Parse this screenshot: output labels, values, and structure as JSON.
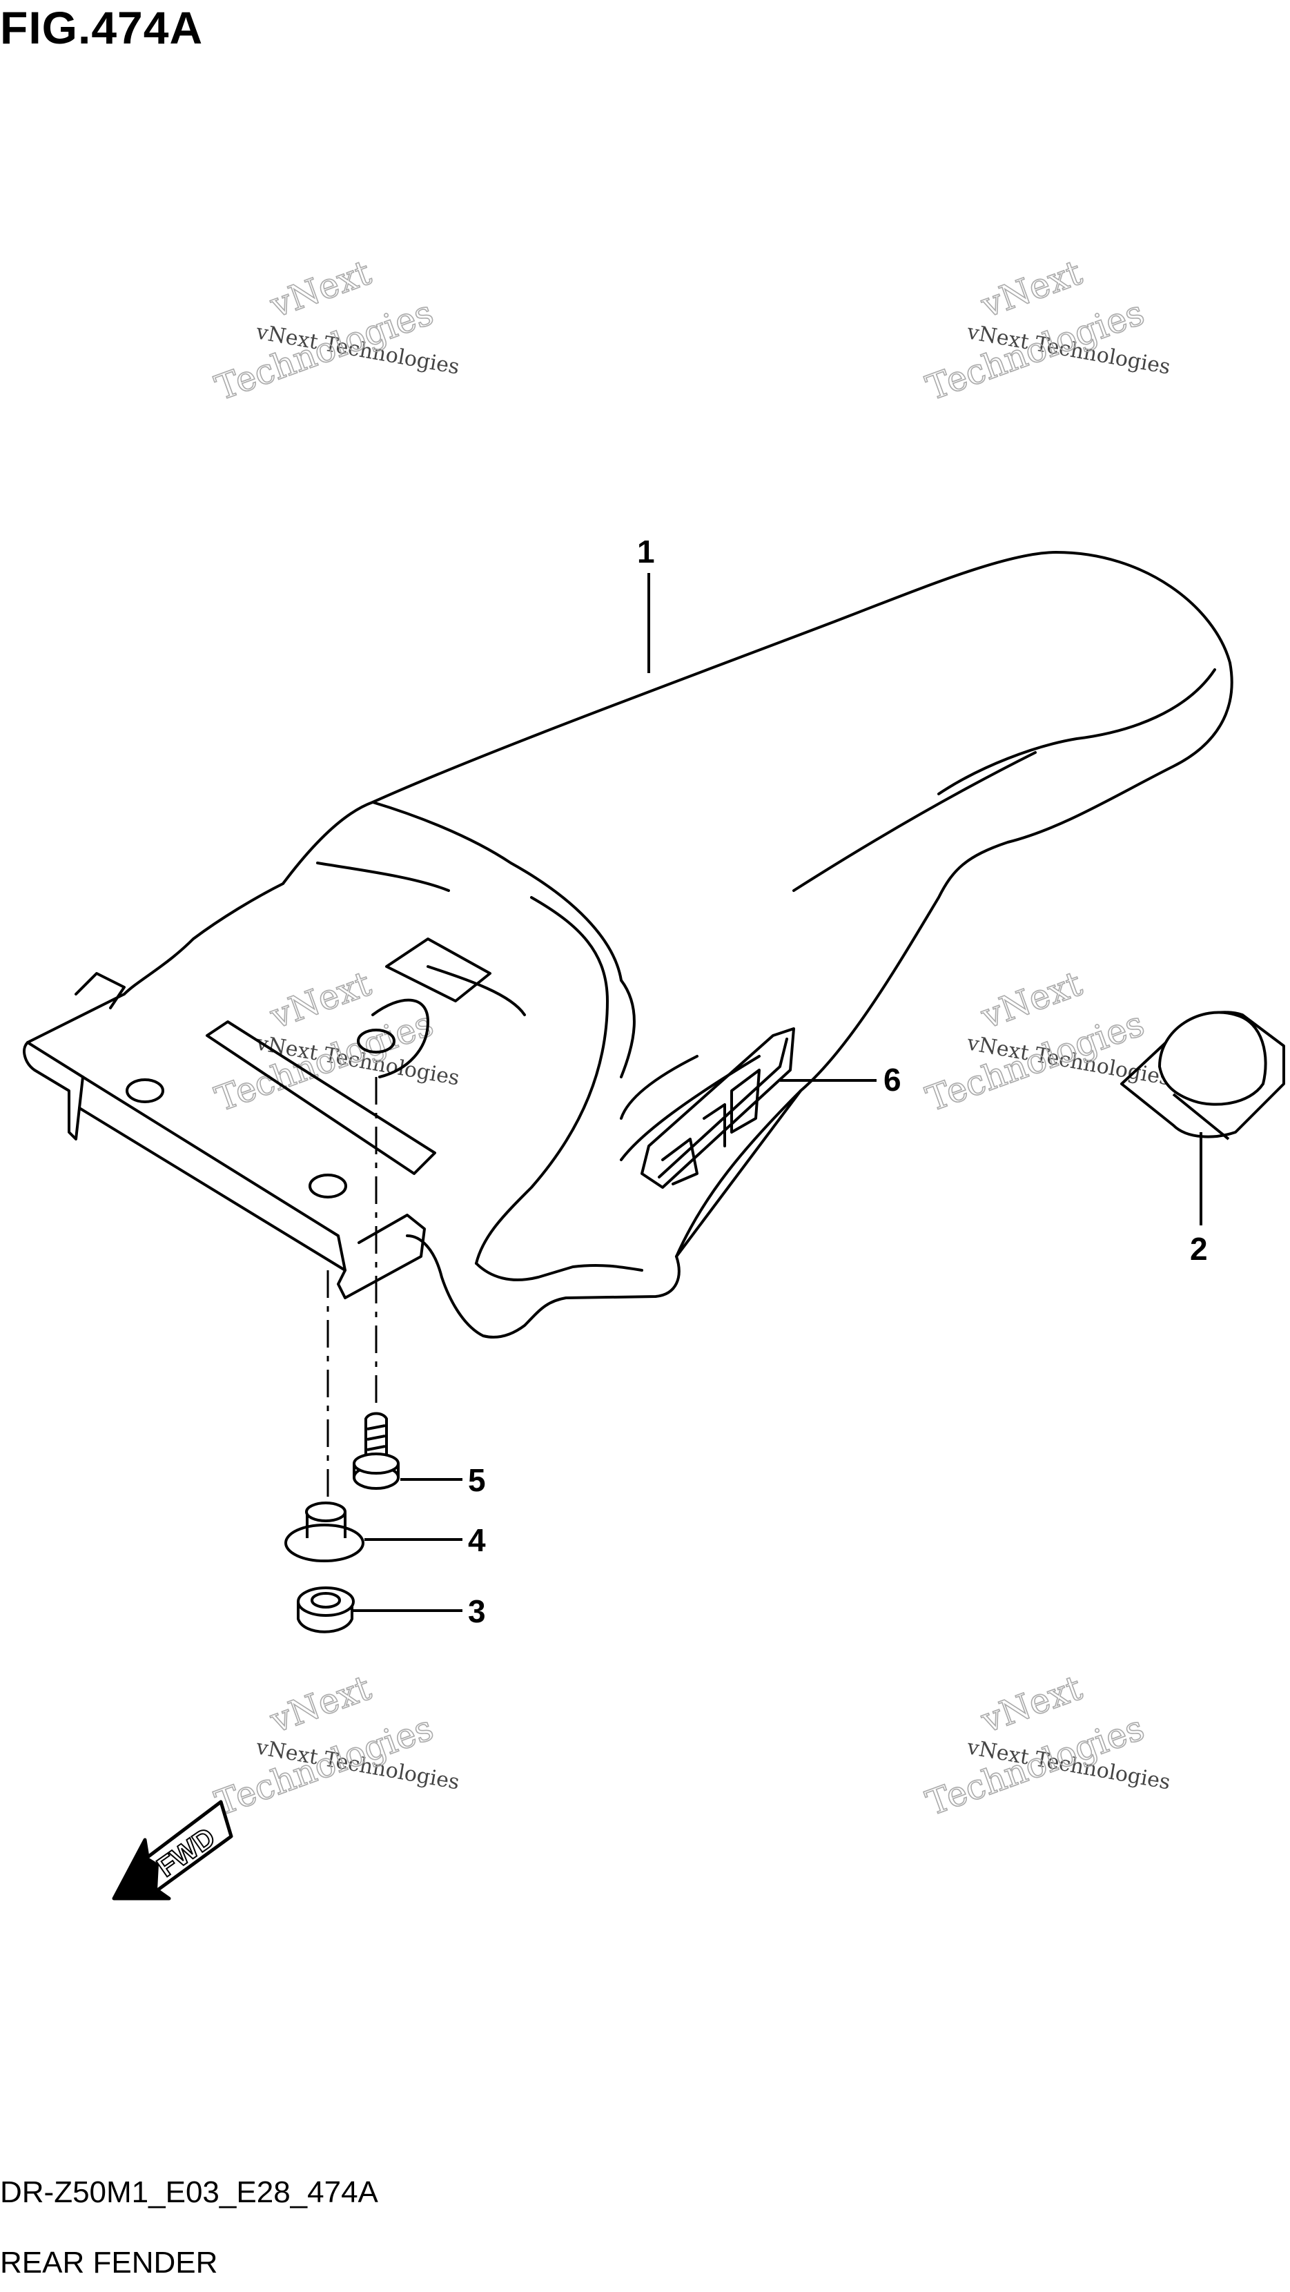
{
  "figure": {
    "title": "FIG.474A",
    "model_code": "DR-Z50M1_E03_E28_474A",
    "section_name": "REAR FENDER"
  },
  "callouts": [
    {
      "id": "1",
      "label": "1"
    },
    {
      "id": "2",
      "label": "2"
    },
    {
      "id": "3",
      "label": "3"
    },
    {
      "id": "4",
      "label": "4"
    },
    {
      "id": "5",
      "label": "5"
    },
    {
      "id": "6",
      "label": "6"
    }
  ],
  "direction_arrow": {
    "label": "FWD"
  },
  "watermark": {
    "line1": "vNext Technologies",
    "line2": "vNext",
    "line3": "Technologies"
  },
  "colors": {
    "line": "#000000",
    "watermark": "#aaaaaa",
    "background": "#ffffff"
  }
}
